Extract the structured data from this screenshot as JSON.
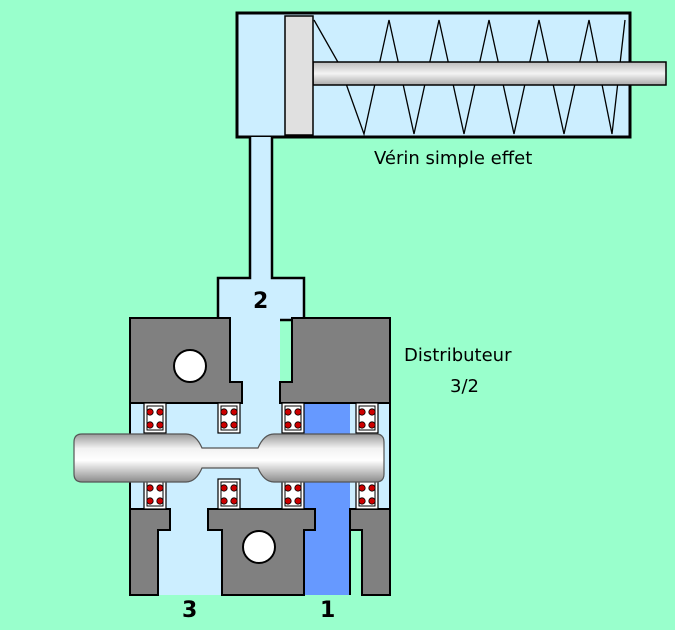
{
  "labels": {
    "cylinder": "Vérin simple effet",
    "distributor_line1": "Distributeur",
    "distributor_line2": "3/2",
    "port_2": "2",
    "port_3": "3",
    "port_1": "1"
  },
  "colors": {
    "background": "#99ffcc",
    "air_light": "#cceeff",
    "air_pressure": "#6699ff",
    "body_gray": "#808080",
    "seal_red": "#cc0000",
    "piston_gray": "#dddddd"
  }
}
